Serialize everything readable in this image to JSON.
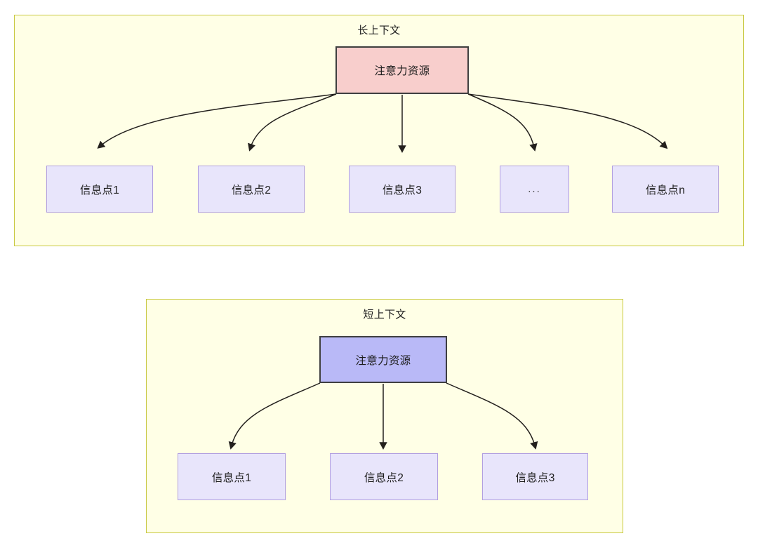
{
  "diagram": {
    "type": "node-edge-diagram",
    "background": "#ffffff",
    "colors": {
      "group_fill": "#ffffe6",
      "group_border": "#c8c840",
      "attention_long_fill": "#f8cecc",
      "attention_short_fill": "#b9b9f7",
      "node_border_dark": "#3f3f3f",
      "info_fill": "#e8e5fb",
      "info_border": "#b19fe0",
      "edge_stroke": "#23201d",
      "text": "#1d1d1d"
    },
    "groups": [
      {
        "id": "long-context",
        "title": "长上下文",
        "root": {
          "id": "attn-long",
          "label": "注意力资源"
        },
        "children": [
          {
            "id": "long-info-1",
            "label": "信息点1"
          },
          {
            "id": "long-info-2",
            "label": "信息点2"
          },
          {
            "id": "long-info-3",
            "label": "信息点3"
          },
          {
            "id": "long-info-ellipsis",
            "label": "..."
          },
          {
            "id": "long-info-n",
            "label": "信息点n"
          }
        ]
      },
      {
        "id": "short-context",
        "title": "短上下文",
        "root": {
          "id": "attn-short",
          "label": "注意力资源"
        },
        "children": [
          {
            "id": "short-info-1",
            "label": "信息点1"
          },
          {
            "id": "short-info-2",
            "label": "信息点2"
          },
          {
            "id": "short-info-3",
            "label": "信息点3"
          }
        ]
      }
    ]
  }
}
